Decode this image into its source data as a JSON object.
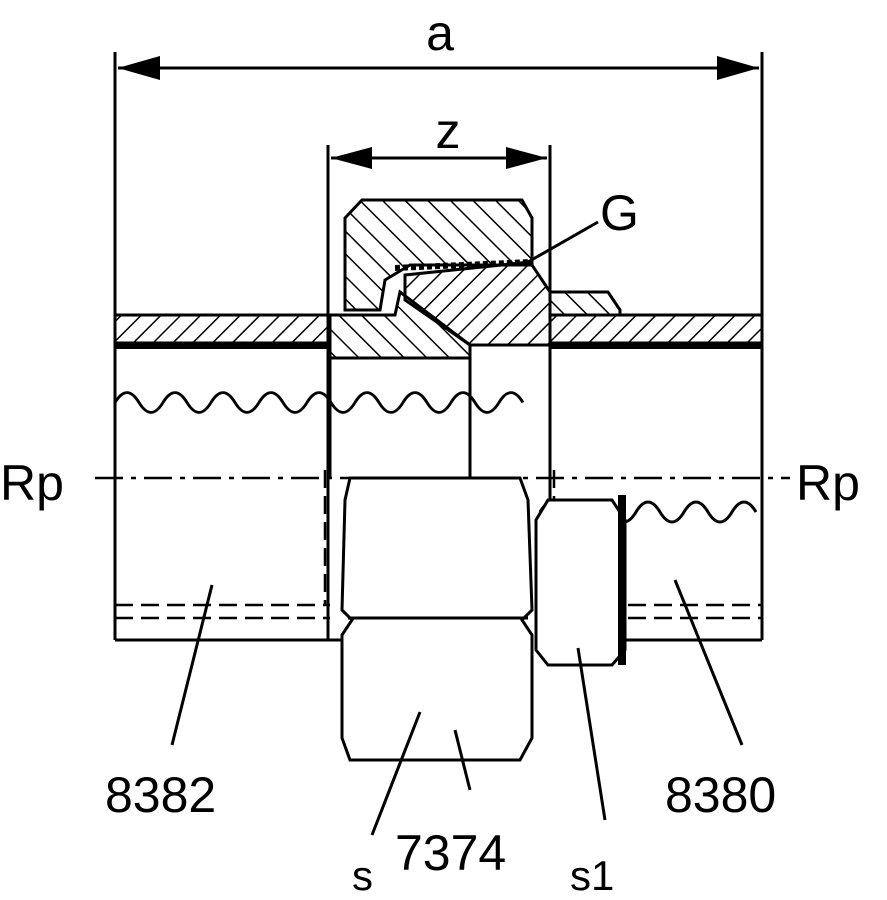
{
  "labels": {
    "dim_a": "a",
    "dim_z": "z",
    "thread_G": "G",
    "rp_left": "Rp",
    "rp_right": "Rp",
    "part_left": "8382",
    "part_right": "8380",
    "part_nut": "7374",
    "wrench_s": "s",
    "wrench_s1": "s1"
  }
}
